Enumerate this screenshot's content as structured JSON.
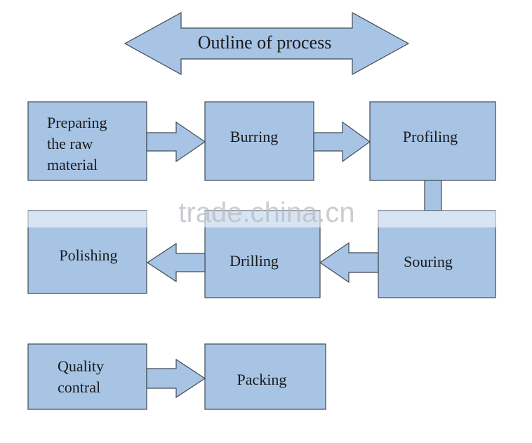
{
  "title": "Outline of process",
  "steps": {
    "preparing": [
      "Preparing",
      "the raw",
      "material"
    ],
    "burring": "Burring",
    "profiling": "Profiling",
    "polishing": "Polishing",
    "drilling": "Drilling",
    "souring": "Souring",
    "quality": [
      "Quality",
      "contral"
    ],
    "packing": "Packing"
  },
  "watermark": "trade.china.cn",
  "colors": {
    "box_fill": "#a7c4e5",
    "box_stroke": "#404a55",
    "text": "#1a1a1a",
    "watermark": "#b9bdc2"
  }
}
